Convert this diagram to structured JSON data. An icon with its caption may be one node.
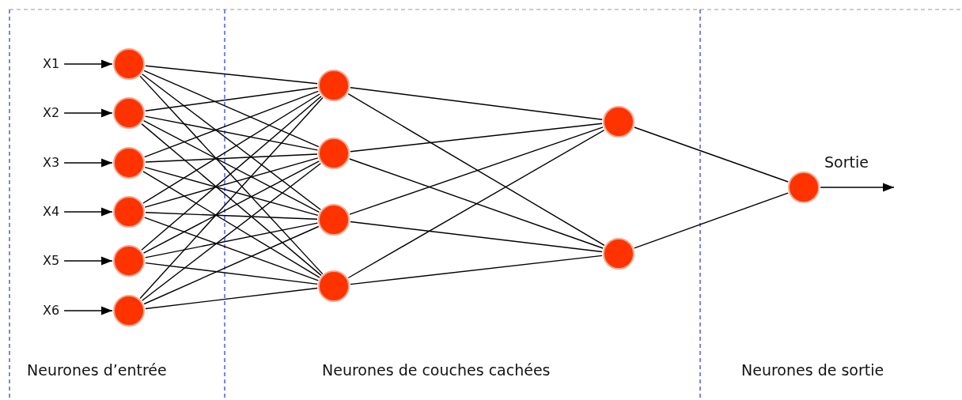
{
  "diagram": {
    "nodes": [
      {
        "text": [
          "X1"
        ]
      },
      {
        "text": [
          "X2"
        ]
      },
      {
        "text": [
          "X3"
        ]
      },
      {
        "text": [
          "X4"
        ]
      },
      {
        "text": [
          "X5"
        ]
      },
      {
        "text": [
          "X6"
        ]
      },
      {
        "text": [],
        "shape": "circle"
      },
      {
        "text": [],
        "shape": "circle"
      },
      {
        "text": [],
        "shape": "circle"
      },
      {
        "text": [],
        "shape": "circle"
      },
      {
        "text": [],
        "shape": "circle"
      },
      {
        "text": [],
        "shape": "circle"
      },
      {
        "text": [],
        "shape": "circle"
      },
      {
        "text": [],
        "shape": "circle"
      },
      {
        "text": [],
        "shape": "circle"
      },
      {
        "text": [],
        "shape": "circle"
      },
      {
        "text": [],
        "shape": "circle"
      },
      {
        "text": [],
        "shape": "circle"
      },
      {
        "text": [],
        "shape": "circle"
      }
    ],
    "edges": [
      {
        "from": 0,
        "to": 6,
        "arrow": "to"
      },
      {
        "from": 1,
        "to": 7,
        "arrow": "to"
      },
      {
        "from": 2,
        "to": 8,
        "arrow": "to"
      },
      {
        "from": 3,
        "to": 9,
        "arrow": "to"
      },
      {
        "from": 4,
        "to": 10,
        "arrow": "to"
      },
      {
        "from": 5,
        "to": 11,
        "arrow": "to"
      },
      {
        "from": 6,
        "to": 12,
        "arrow": "none"
      },
      {
        "from": 6,
        "to": 13,
        "arrow": "none"
      },
      {
        "from": 6,
        "to": 14,
        "arrow": "none"
      },
      {
        "from": 6,
        "to": 15,
        "arrow": "none"
      },
      {
        "from": 7,
        "to": 12,
        "arrow": "none"
      },
      {
        "from": 7,
        "to": 13,
        "arrow": "none"
      },
      {
        "from": 7,
        "to": 14,
        "arrow": "none"
      },
      {
        "from": 7,
        "to": 15,
        "arrow": "none"
      },
      {
        "from": 8,
        "to": 12,
        "arrow": "none"
      },
      {
        "from": 8,
        "to": 13,
        "arrow": "none"
      },
      {
        "from": 8,
        "to": 14,
        "arrow": "none"
      },
      {
        "from": 8,
        "to": 15,
        "arrow": "none"
      },
      {
        "from": 9,
        "to": 12,
        "arrow": "none"
      },
      {
        "from": 9,
        "to": 13,
        "arrow": "none"
      },
      {
        "from": 9,
        "to": 14,
        "arrow": "none"
      },
      {
        "from": 9,
        "to": 15,
        "arrow": "none"
      },
      {
        "from": 10,
        "to": 12,
        "arrow": "none"
      },
      {
        "from": 10,
        "to": 13,
        "arrow": "none"
      },
      {
        "from": 10,
        "to": 14,
        "arrow": "none"
      },
      {
        "from": 10,
        "to": 15,
        "arrow": "none"
      },
      {
        "from": 11,
        "to": 12,
        "arrow": "none"
      },
      {
        "from": 11,
        "to": 13,
        "arrow": "none"
      },
      {
        "from": 11,
        "to": 14,
        "arrow": "none"
      },
      {
        "from": 11,
        "to": 15,
        "arrow": "none"
      },
      {
        "from": 12,
        "to": 16,
        "arrow": "none"
      },
      {
        "from": 12,
        "to": 17,
        "arrow": "none"
      },
      {
        "from": 13,
        "to": 16,
        "arrow": "none"
      },
      {
        "from": 13,
        "to": 17,
        "arrow": "none"
      },
      {
        "from": 14,
        "to": 16,
        "arrow": "none"
      },
      {
        "from": 14,
        "to": 17,
        "arrow": "none"
      },
      {
        "from": 15,
        "to": 16,
        "arrow": "none"
      },
      {
        "from": 15,
        "to": 17,
        "arrow": "none"
      },
      {
        "from": 16,
        "to": 18,
        "arrow": "none"
      },
      {
        "from": 17,
        "to": 18,
        "arrow": "none"
      },
      {
        "from": 18,
        "to": null,
        "arrow": "to",
        "label": "Sortie"
      }
    ],
    "labels": [
      "Neurones d’entrée",
      "Neurones de couches cachées",
      "Neurones de sortie"
    ]
  }
}
